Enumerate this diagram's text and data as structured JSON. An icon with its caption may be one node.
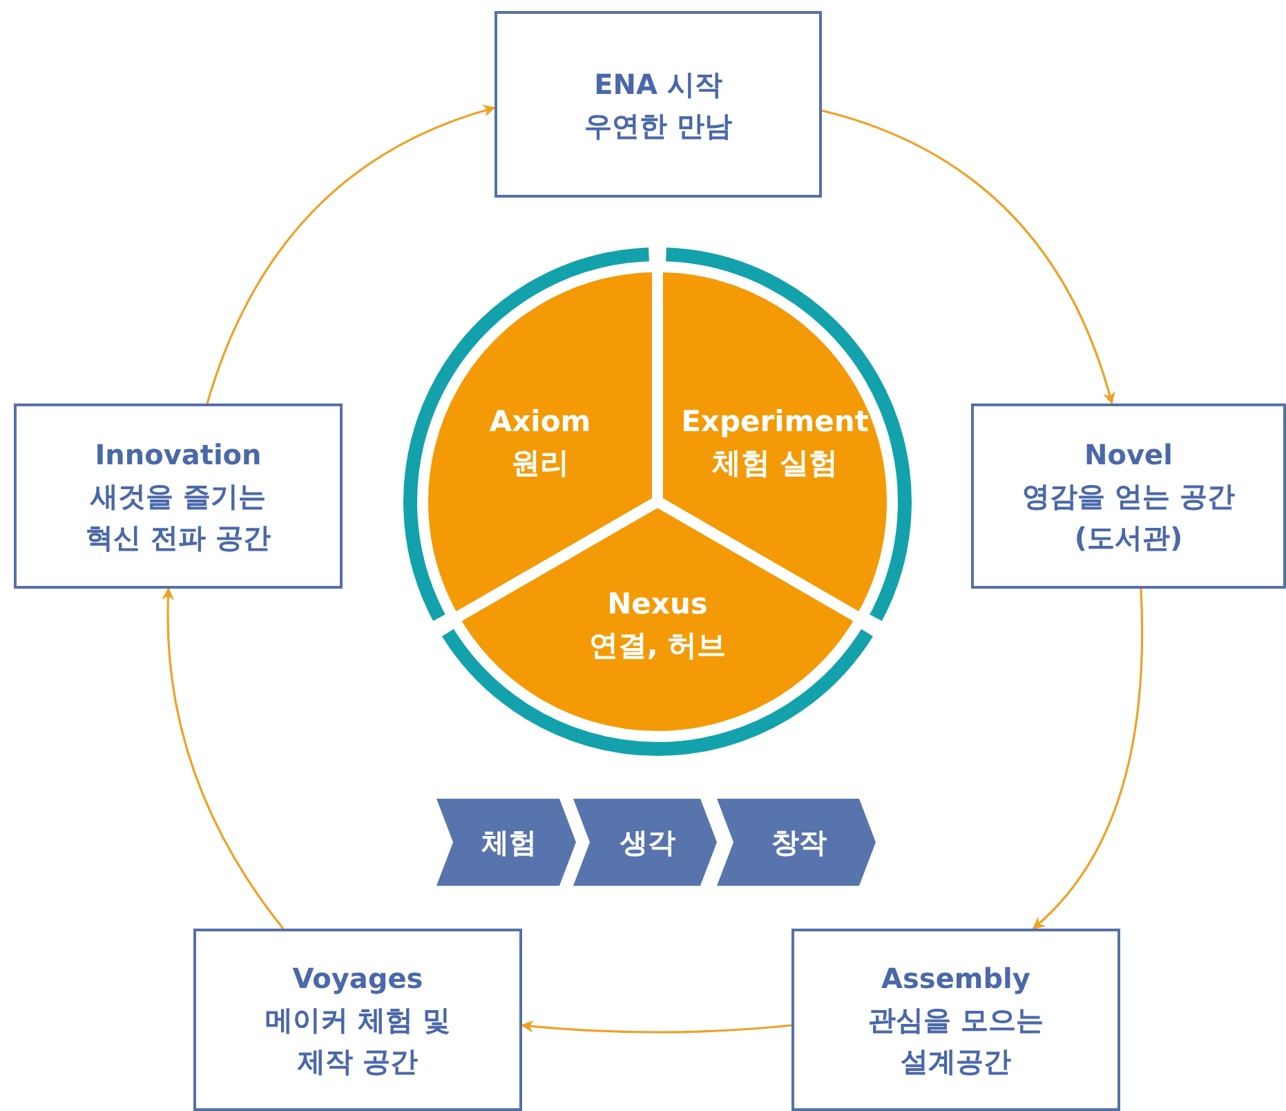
{
  "diagram": {
    "nodes": [
      {
        "text": [
          "ENA 시작",
          "우연한 만남"
        ]
      },
      {
        "text": [
          "Novel",
          "영감을 얻는 공간 (도서관)"
        ]
      },
      {
        "text": [
          "Assembly",
          "관심을 모으는 설계공간"
        ]
      },
      {
        "text": [
          "Voyages",
          "메이커 체험 및 제작 공간"
        ]
      },
      {
        "text": [
          "Innovation",
          "새것을 즐기는 혁신 전파 공간"
        ]
      },
      {
        "text": [
          "Axiom",
          "원리"
        ]
      },
      {
        "text": [
          "Experiment",
          "체험 실험"
        ]
      },
      {
        "text": [
          "Nexus",
          "연결, 허브"
        ]
      },
      {
        "text": [
          "체험"
        ]
      },
      {
        "text": [
          "생각"
        ]
      },
      {
        "text": [
          "창작"
        ]
      }
    ],
    "edges": [
      {
        "from": 0,
        "to": 1,
        "arrow": "to"
      },
      {
        "from": 1,
        "to": 2,
        "arrow": "to"
      },
      {
        "from": 2,
        "to": 3,
        "arrow": "to"
      },
      {
        "from": 3,
        "to": 4,
        "arrow": "to"
      },
      {
        "from": 4,
        "to": 0,
        "arrow": "to"
      }
    ]
  }
}
